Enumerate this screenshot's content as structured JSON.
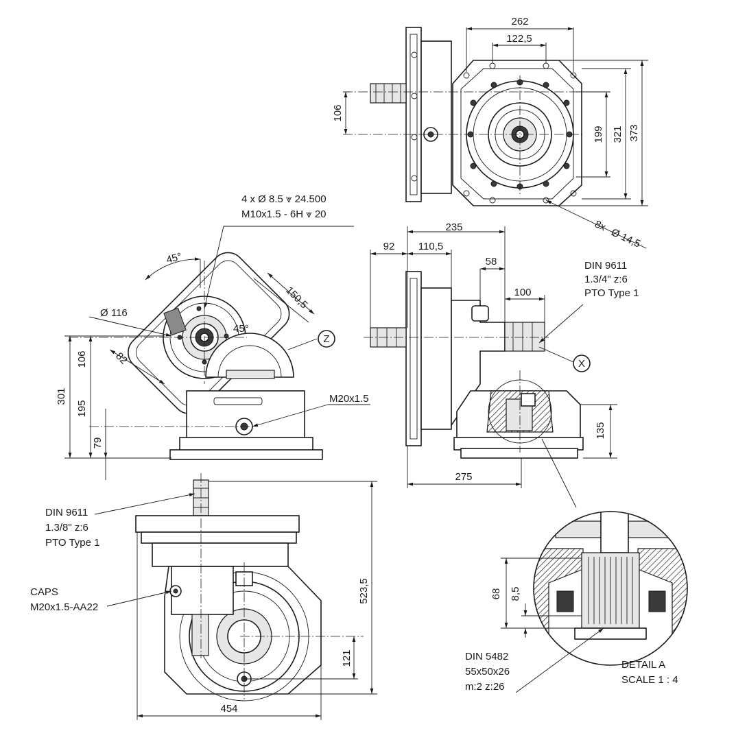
{
  "dimensions": {
    "top_width_262": "262",
    "top_width_122_5": "122,5",
    "top_height_106": "106",
    "top_height_199": "199",
    "top_height_321": "321",
    "top_height_373": "373",
    "holes_8x": "8x",
    "holes_diameter": "Ø 14,5",
    "left_angle_45a": "45°",
    "left_angle_45b": "45°",
    "left_150_5": "150,5",
    "left_diam_116": "Ø 116",
    "left_82": "82",
    "left_106": "106",
    "left_301": "301",
    "left_195": "195",
    "left_79": "79",
    "right_235": "235",
    "right_92": "92",
    "right_110_5": "110,5",
    "right_58": "58",
    "right_100": "100",
    "right_135": "135",
    "right_275": "275",
    "bottom_454": "454",
    "bottom_523_5": "523,5",
    "bottom_121": "121",
    "detail_68": "68",
    "detail_8_5": "8,5"
  },
  "notes": {
    "bore_line1": "4 x Ø 8.5 ⩔ 24.500",
    "bore_line2": "M10x1.5 - 6H ⩔ 20",
    "m20_plug": "M20x1.5",
    "din_x_line1": "DIN 9611",
    "din_x_line2": "1.3/4\" z:6",
    "din_x_line3": "PTO Type 1",
    "din_in_line1": "DIN 9611",
    "din_in_line2": "1.3/8\" z:6",
    "din_in_line3": "PTO Type 1",
    "caps_line1": "CAPS",
    "caps_line2": "M20x1.5-AA22",
    "spline_line1": "DIN 5482",
    "spline_line2": "55x50x26",
    "spline_line3": "m:2 z:26",
    "detail_line1": "DETAIL A",
    "detail_line2": "SCALE 1 : 4"
  },
  "callouts": {
    "z": "Z",
    "x": "X"
  },
  "colors": {
    "line": "#1a1a1a",
    "shade": "#e6e6e6",
    "dark": "#3a3a3a"
  }
}
